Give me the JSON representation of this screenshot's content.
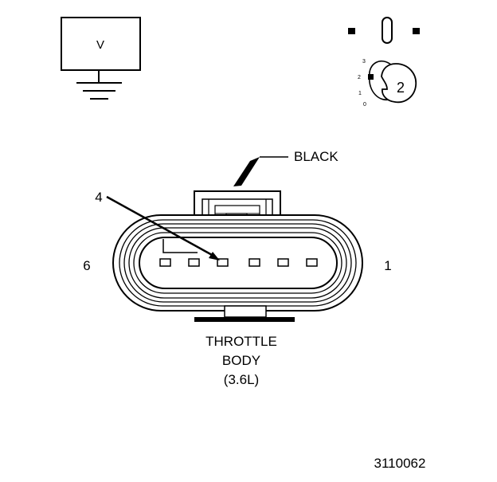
{
  "voltmeter": {
    "label": "V"
  },
  "dial": {
    "ticks": [
      "3",
      "2",
      "1",
      "0"
    ],
    "value": "2"
  },
  "connector": {
    "color_label": "BLACK",
    "callout_terminal": "4",
    "left_terminal": "6",
    "right_terminal": "1",
    "caption": [
      "THROTTLE",
      "BODY",
      "(3.6L)"
    ]
  },
  "figure_id": "3110062"
}
